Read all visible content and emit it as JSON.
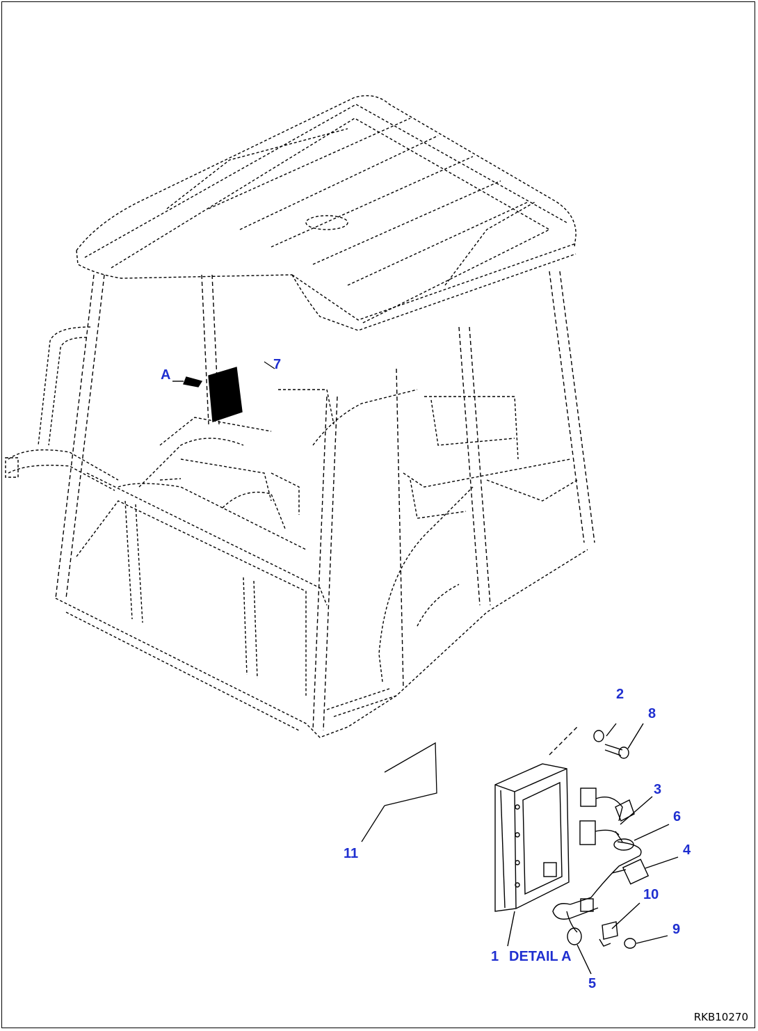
{
  "labels": {
    "view_a": "A",
    "part_1": "1",
    "part_2": "2",
    "part_3": "3",
    "part_4": "4",
    "part_5": "5",
    "part_6": "6",
    "part_7": "7",
    "part_8": "8",
    "part_9": "9",
    "part_10": "10",
    "part_11": "11",
    "detail_a": "DETAIL A"
  },
  "drawing_code": "RKB10270",
  "colors": {
    "callout": "#1f2fd0",
    "line": "#000000",
    "background": "#ffffff"
  }
}
